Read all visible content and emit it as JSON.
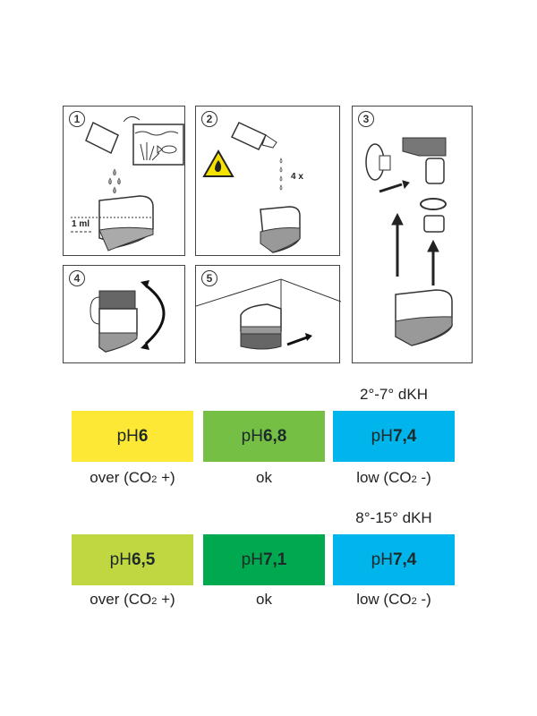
{
  "steps": [
    {
      "number": "1",
      "annotation": "1 ml"
    },
    {
      "number": "2",
      "annotation": "4 x"
    },
    {
      "number": "3"
    },
    {
      "number": "4"
    },
    {
      "number": "5"
    }
  ],
  "tables": [
    {
      "dkh": "2°-7° dKH",
      "cells": [
        {
          "prefix": "pH",
          "value": "6",
          "color": "#fde935",
          "label": "over (CO",
          "sub": "2",
          "suffix": " +)"
        },
        {
          "prefix": "pH",
          "value": "6,8",
          "color": "#74bf44",
          "label": "ok",
          "sub": "",
          "suffix": ""
        },
        {
          "prefix": "pH",
          "value": "7,4",
          "color": "#00b5ec",
          "label": "low (CO",
          "sub": "2",
          "suffix": " -)"
        }
      ]
    },
    {
      "dkh": "8°-15° dKH",
      "cells": [
        {
          "prefix": "pH",
          "value": "6,5",
          "color": "#c1d741",
          "label": "over (CO",
          "sub": "2",
          "suffix": " +)"
        },
        {
          "prefix": "pH",
          "value": "7,1",
          "color": "#00a94f",
          "label": "ok",
          "sub": "",
          "suffix": ""
        },
        {
          "prefix": "pH",
          "value": "7,4",
          "color": "#00b5ec",
          "label": "low (CO",
          "sub": "2",
          "suffix": " -)"
        }
      ]
    }
  ]
}
